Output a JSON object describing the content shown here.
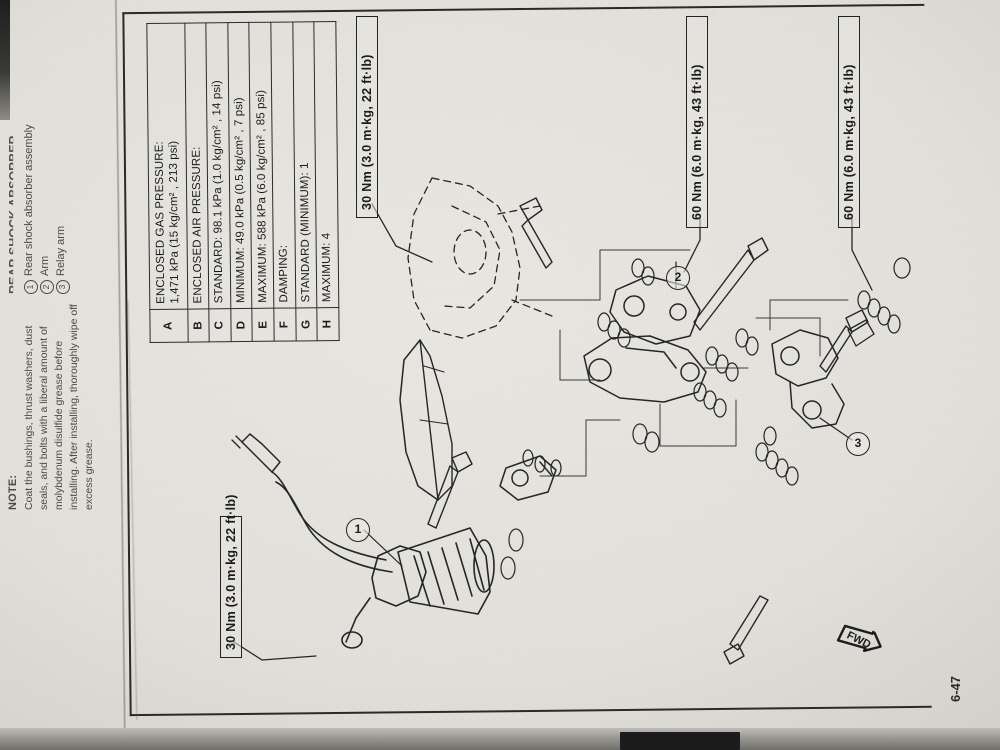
{
  "document": {
    "page_number": "6-47",
    "section_title": "REAR SHOCK ABSORBER",
    "fwd_marker": "FWD"
  },
  "spec_table": {
    "rows": [
      {
        "key": "A",
        "text": "ENCLOSED GAS PRESSURE:",
        "text2": "1,471 kPa (15 kg/cm² , 213 psi)"
      },
      {
        "key": "B",
        "text": "ENCLOSED AIR PRESSURE:",
        "text2": ""
      },
      {
        "key": "C",
        "text": "STANDARD: 98.1 kPa (1.0 kg/cm² , 14 psi)",
        "text2": ""
      },
      {
        "key": "D",
        "text": "MINIMUM: 49.0 kPa (0.5 kg/cm² , 7 psi)",
        "text2": ""
      },
      {
        "key": "E",
        "text": "MAXIMUM: 588 kPa (6.0 kg/cm² , 85 psi)",
        "text2": ""
      },
      {
        "key": "F",
        "text": "DAMPING:",
        "text2": ""
      },
      {
        "key": "G",
        "text": "STANDARD (MINIMUM): 1",
        "text2": ""
      },
      {
        "key": "H",
        "text": "MAXIMUM: 4",
        "text2": ""
      }
    ]
  },
  "torque_callouts": [
    {
      "id": "a",
      "label": "30 Nm (3.0 m·kg, 22 ft·lb)"
    },
    {
      "id": "b",
      "label": "60 Nm (6.0 m·kg, 43 ft·lb)"
    },
    {
      "id": "c",
      "label": "60 Nm (6.0 m·kg, 43 ft·lb)"
    },
    {
      "id": "d",
      "label": "30 Nm (3.0 m·kg, 22 ft·lb)"
    }
  ],
  "legend": {
    "items": [
      {
        "num": "1",
        "label": "Rear shock absorber assembly"
      },
      {
        "num": "2",
        "label": "Arm"
      },
      {
        "num": "3",
        "label": "Relay arm"
      }
    ]
  },
  "note": {
    "label": "NOTE:",
    "body": "Coat the bushings, thrust washers, dust seals, and bolts with a liberal amount of molybdenum disulfide grease before installing. After installing, thoroughly wipe off excess grease."
  },
  "part_callouts": [
    {
      "num": "1"
    },
    {
      "num": "2"
    },
    {
      "num": "3"
    }
  ],
  "colors": {
    "ink": "#232323",
    "paper": "#e2e0da",
    "faded_ink": "#4c4a46"
  }
}
